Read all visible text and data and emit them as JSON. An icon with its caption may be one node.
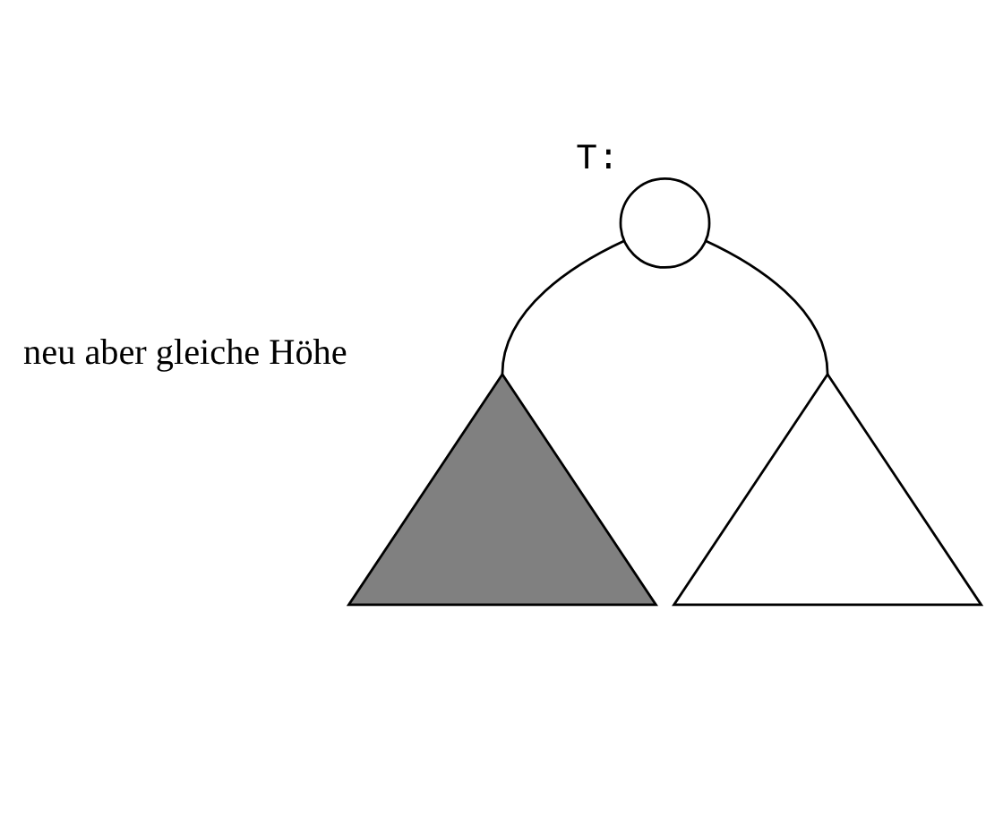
{
  "diagram": {
    "nodes": [
      {
        "text": [],
        "shape": "circle",
        "beside": [
          "T:"
        ]
      },
      {
        "text": [],
        "shape": "triangle",
        "beside": [
          "neu aber gleiche Höhe"
        ]
      },
      {
        "text": [],
        "shape": "triangle"
      }
    ],
    "edges": [
      {
        "from": 0,
        "to": 1,
        "arrow": "none"
      },
      {
        "from": 0,
        "to": 2,
        "arrow": "none"
      }
    ]
  }
}
